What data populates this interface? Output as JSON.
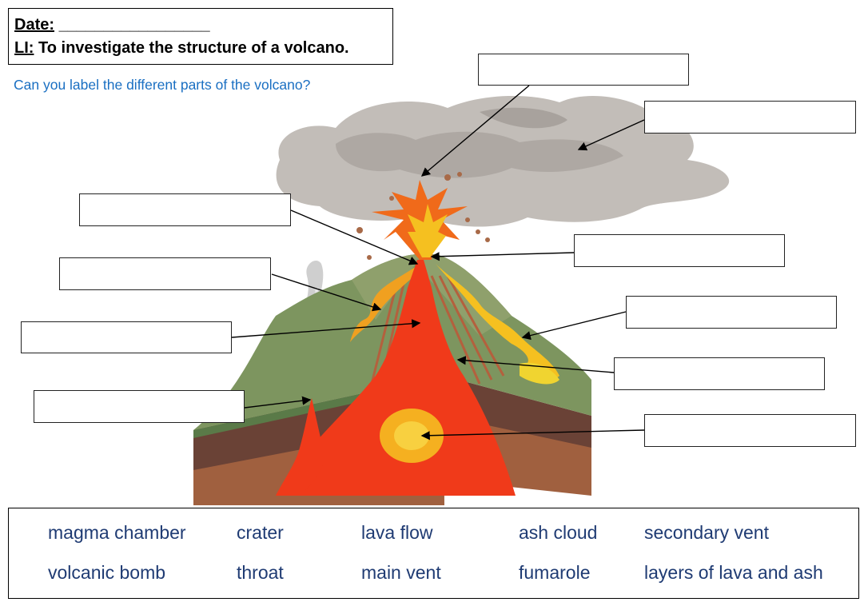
{
  "header": {
    "date_label": "Date:",
    "date_blank": "_________________",
    "li_label": "LI:",
    "li_text": "To investigate the structure of a volcano."
  },
  "question": "Can you label the different parts of the volcano?",
  "word_bank": {
    "row1": [
      "magma chamber",
      "crater",
      "lava flow",
      "ash cloud",
      "secondary vent"
    ],
    "row2": [
      "volcanic bomb",
      "throat",
      "main vent",
      "fumarole",
      "layers of lava and ash"
    ]
  },
  "colors": {
    "question_text": "#1a6fc2",
    "word_bank_text": "#1f3b73",
    "lava": "#f03a1a",
    "grass": "#7d955f",
    "ash": "#bdb8b3"
  }
}
